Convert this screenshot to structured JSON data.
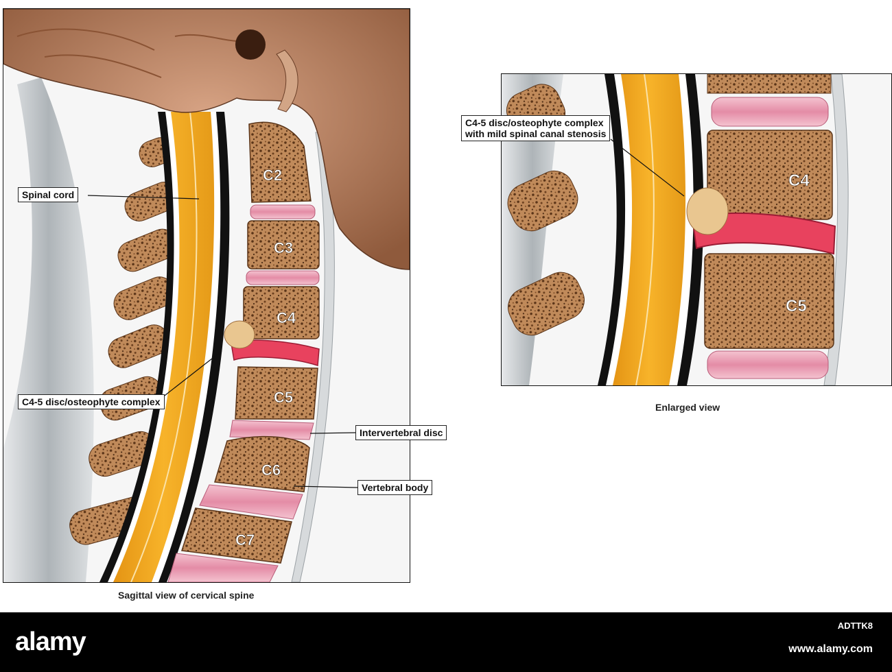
{
  "main_view": {
    "caption": "Sagittal view of cervical spine",
    "vertebra_labels": [
      "C2",
      "C3",
      "C4",
      "C5",
      "C6",
      "C7"
    ],
    "callouts": {
      "spinal_cord": "Spinal cord",
      "osteophyte_complex": "C4-5 disc/osteophyte complex",
      "intervertebral_disc": "Intervertebral disc",
      "vertebral_body": "Vertebral body"
    }
  },
  "enlarged_view": {
    "caption": "Enlarged view",
    "vertebra_labels": [
      "C4",
      "C5"
    ],
    "callout_lines": [
      "C4-5 disc/osteophyte complex",
      "with mild spinal canal stenosis"
    ]
  },
  "watermark": {
    "brand": "alamy",
    "stock_id": "ADTTK8",
    "site": "www.alamy.com"
  },
  "colors": {
    "spinal_cord": "#f2a81c",
    "disc": "#e9a0b4",
    "bone": "#b47a4c",
    "skull": "#b57d5c",
    "ligament": "#c9cdd0",
    "dura": "#111111"
  }
}
